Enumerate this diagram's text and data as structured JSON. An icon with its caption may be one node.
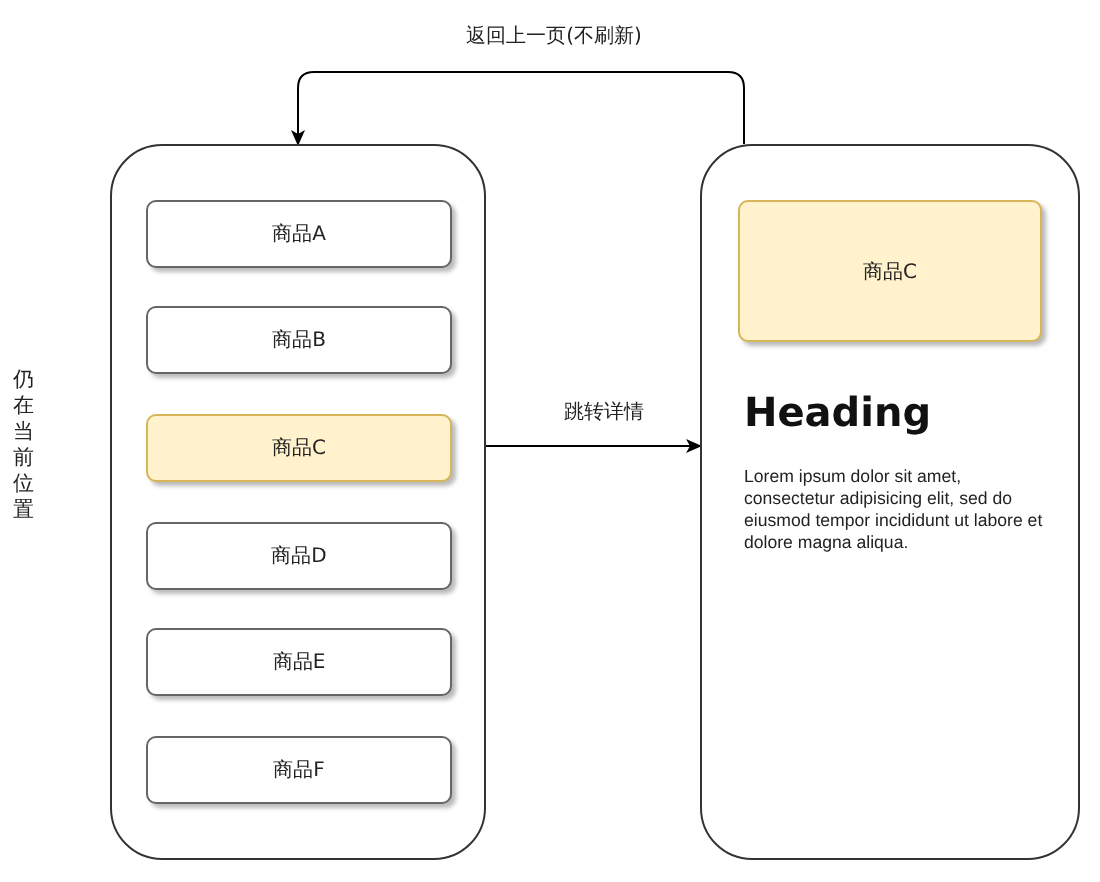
{
  "diagram": {
    "nodes": [
      {
        "text": [],
        "shape": "box",
        "beside": [
          "仍在当前位置"
        ]
      },
      {
        "text": [
          "商品A"
        ],
        "in": 0
      },
      {
        "text": [
          "商品B"
        ],
        "in": 0
      },
      {
        "text": [
          "商品C"
        ],
        "in": 0
      },
      {
        "text": [
          "商品D"
        ],
        "in": 0
      },
      {
        "text": [
          "商品E"
        ],
        "in": 0
      },
      {
        "text": [
          "商品F"
        ],
        "in": 0
      },
      {
        "text": [
          "Heading",
          "Lorem ipsum dolor sit amet, consectetur adipisicing elit, sed do eiusmod tempor incididunt ut labore et dolore magna aliqua."
        ]
      },
      {
        "text": [
          "商品C"
        ],
        "in": 7
      }
    ],
    "edges": [
      {
        "from": 3,
        "to": 7,
        "arrow": "to",
        "label": "跳转详情"
      },
      {
        "from": 7,
        "to": 0,
        "arrow": "to",
        "label": "返回上一页(不刷新)"
      }
    ]
  }
}
